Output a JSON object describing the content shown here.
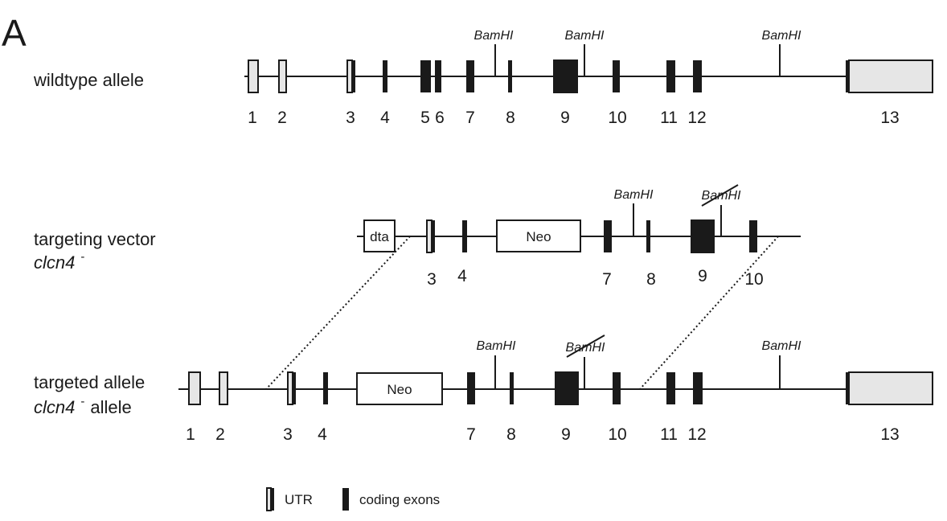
{
  "panel_label": "A",
  "rows": {
    "wildtype": {
      "label": "wildtype allele",
      "exon_numbers": [
        "1",
        "2",
        "3",
        "4",
        "5",
        "6",
        "7",
        "8",
        "9",
        "10",
        "11",
        "12",
        "13"
      ]
    },
    "vector": {
      "label_line1": "targeting vector",
      "label_gene": "clcn4",
      "label_sup": "-",
      "exon_numbers": [
        "3",
        "4",
        "7",
        "8",
        "9",
        "10"
      ],
      "dta_label": "dta",
      "neo_label": "Neo"
    },
    "targeted": {
      "label_line1": "targeted allele",
      "label_gene": "clcn4",
      "label_sup": "-",
      "label_suffix": "allele",
      "exon_numbers": [
        "1",
        "2",
        "3",
        "4",
        "7",
        "8",
        "9",
        "10",
        "11",
        "12",
        "13"
      ],
      "neo_label": "Neo"
    }
  },
  "restriction_site": "BamHI",
  "legend": {
    "utr": "UTR",
    "coding": "coding exons"
  },
  "colors": {
    "line": "#1a1a1a",
    "coding_exon": "#1a1a1a",
    "utr_fill": "#e6e6e6",
    "box_fill": "#ffffff"
  }
}
